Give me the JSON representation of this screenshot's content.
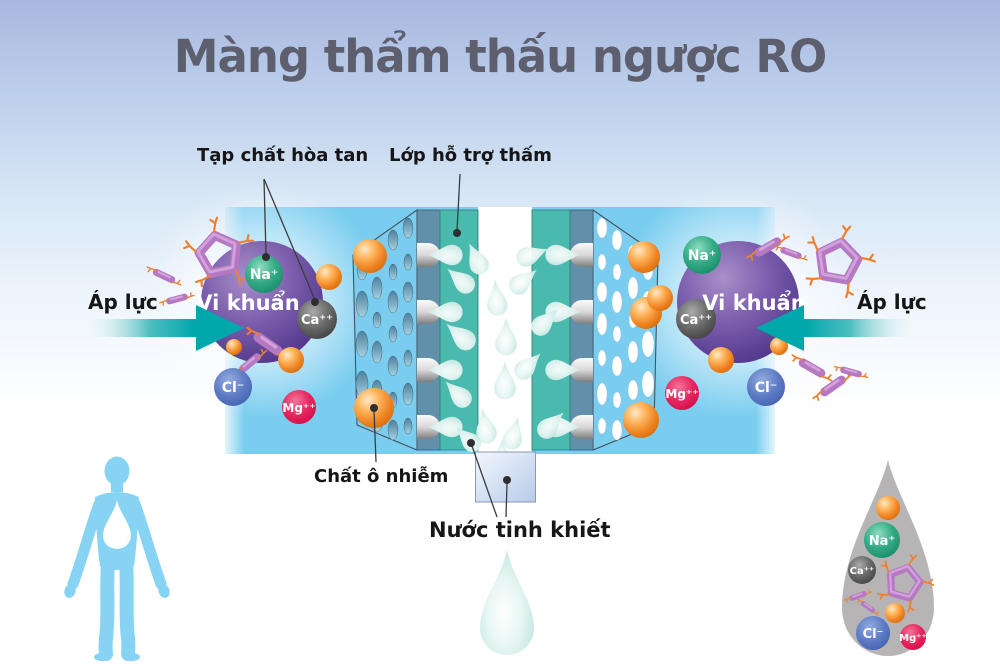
{
  "title": "Màng thẩm thấu ngược RO",
  "labels": {
    "dissolved_impurities": "Tạp chất hòa tan",
    "support_layer": "Lớp hỗ trợ thấm",
    "pressure_left": "Áp lực",
    "pressure_right": "Áp lực",
    "bacteria_left": "Vi khuẩn",
    "bacteria_right": "Vi khuẩn",
    "contaminant": "Chất ô nhiễm",
    "pure_water": "Nước tinh khiết"
  },
  "ions": {
    "na": "Na⁺",
    "ca": "Ca⁺⁺",
    "cl": "Cl⁻",
    "mg": "Mg⁺⁺"
  },
  "colors": {
    "background_top": "#a9b8e0",
    "title_text": "#5e5f6e",
    "water_band": "#7bcdf0",
    "membrane_support": "#6290aa",
    "permeable_layer": "#4ab9ae",
    "pressure_arrow": "#00a7ab",
    "bacteria_sphere": "#5a3f92",
    "contaminant_orange": "#ef8322",
    "na_green": "#1f9e74",
    "ca_gray": "#4b4b4b",
    "cl_blue": "#5273bd",
    "mg_red": "#e40d4e",
    "human_blue": "#86d3f4",
    "waste_drop_gray": "#b6b4b4"
  }
}
